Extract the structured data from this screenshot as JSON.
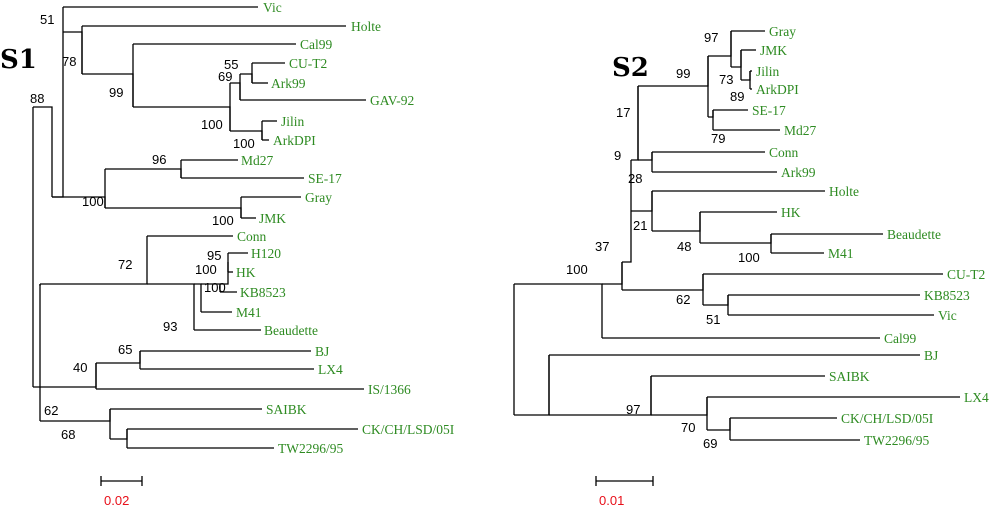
{
  "colors": {
    "leaf": "#2e8b22",
    "scale": "#e8101a",
    "line": "#000000"
  },
  "trees": [
    {
      "panel": "S1",
      "scale_label": "0.02",
      "leaves": [
        "Vic",
        "Holte",
        "Cal99",
        "CU-T2",
        "Ark99",
        "GAV-92",
        "Jilin",
        "ArkDPI",
        "Md27",
        "SE-17",
        "Gray",
        "JMK",
        "Conn",
        "H120",
        "HK",
        "KB8523",
        "M41",
        "Beaudette",
        "BJ",
        "LX4",
        "IS/1366",
        "SAIBK",
        "CK/CH/LSD/05I",
        "TW2296/95"
      ],
      "bootstraps": [
        "51",
        "78",
        "99",
        "55",
        "69",
        "100",
        "88",
        "100",
        "96",
        "100",
        "100",
        "95",
        "100",
        "72",
        "100",
        "93",
        "65",
        "40",
        "62",
        "68"
      ]
    },
    {
      "panel": "S2",
      "scale_label": "0.01",
      "leaves": [
        "Gray",
        "JMK",
        "Jilin",
        "ArkDPI",
        "SE-17",
        "Md27",
        "Conn",
        "Ark99",
        "Holte",
        "HK",
        "Beaudette",
        "M41",
        "CU-T2",
        "KB8523",
        "Vic",
        "Cal99",
        "BJ",
        "SAIBK",
        "LX4",
        "CK/CH/LSD/05I",
        "TW2296/95"
      ],
      "bootstraps": [
        "97",
        "99",
        "73",
        "89",
        "79",
        "17",
        "9",
        "28",
        "21",
        "48",
        "100",
        "37",
        "62",
        "51",
        "100",
        "97",
        "70",
        "69"
      ]
    }
  ]
}
